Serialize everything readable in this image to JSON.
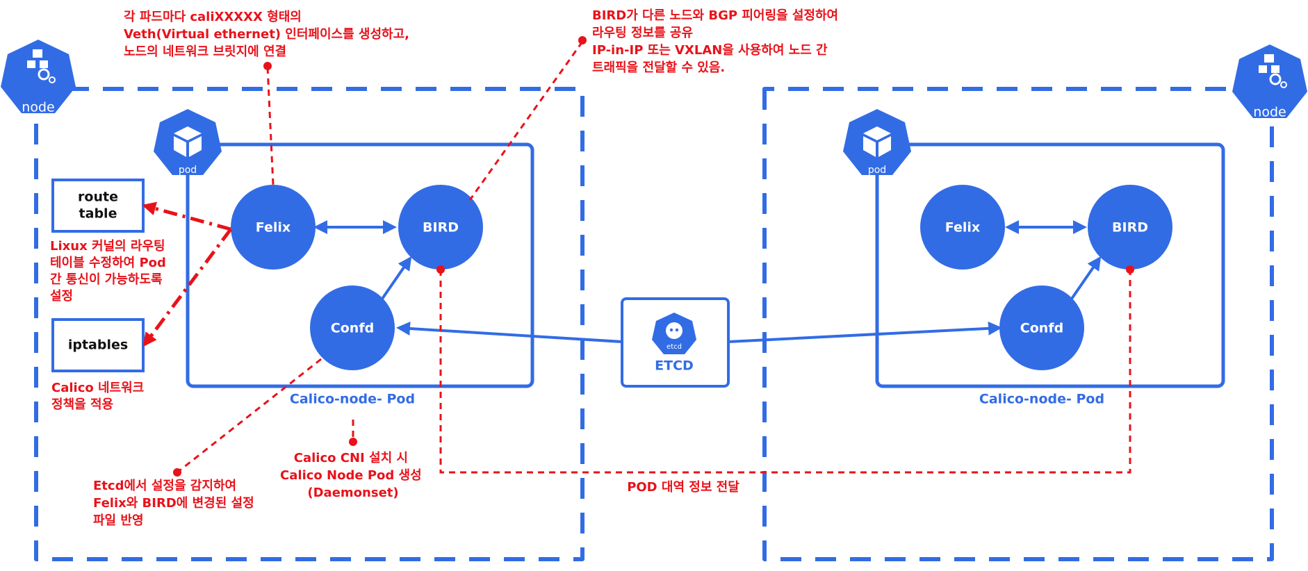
{
  "labels": {
    "node": "node",
    "pod": "pod",
    "felix": "Felix",
    "bird": "BIRD",
    "confd": "Confd",
    "etcd_icon": "etcd",
    "etcd": "ETCD",
    "route_table_1": "route",
    "route_table_2": "table",
    "iptables": "iptables",
    "calico_node_pod": "Calico-node- Pod"
  },
  "notes": {
    "veth": [
      "각 파드마다 caliXXXXX 형태의",
      "Veth(Virtual ethernet) 인터페이스를 생성하고,",
      "노드의 네트워크 브릿지에 연결"
    ],
    "bgp": [
      "BIRD가 다른 노드와 BGP 피어링을 설정하여",
      "라우팅 정보를 공유",
      "IP-in-IP 또는 VXLAN을 사용하여 노드 간",
      "트래픽을 전달할 수 있음."
    ],
    "route": [
      "Lixux 커널의 라우팅",
      "테이블 수정하여 Pod",
      "간 통신이 가능하도록",
      "설정"
    ],
    "iptables": [
      "Calico 네트워크",
      "정책을 적용"
    ],
    "confd": [
      "Etcd에서 설정을 감지하여",
      "Felix와 BIRD에 변경된 설정",
      "파일 반영"
    ],
    "daemonset": [
      "Calico CNI 설치 시",
      "Calico Node Pod 생성",
      "(Daemonset)"
    ],
    "pod_cidr": [
      "POD 대역 정보 전달"
    ]
  },
  "colors": {
    "blue": "#326ce5",
    "red": "#e8121a",
    "white": "#ffffff"
  }
}
